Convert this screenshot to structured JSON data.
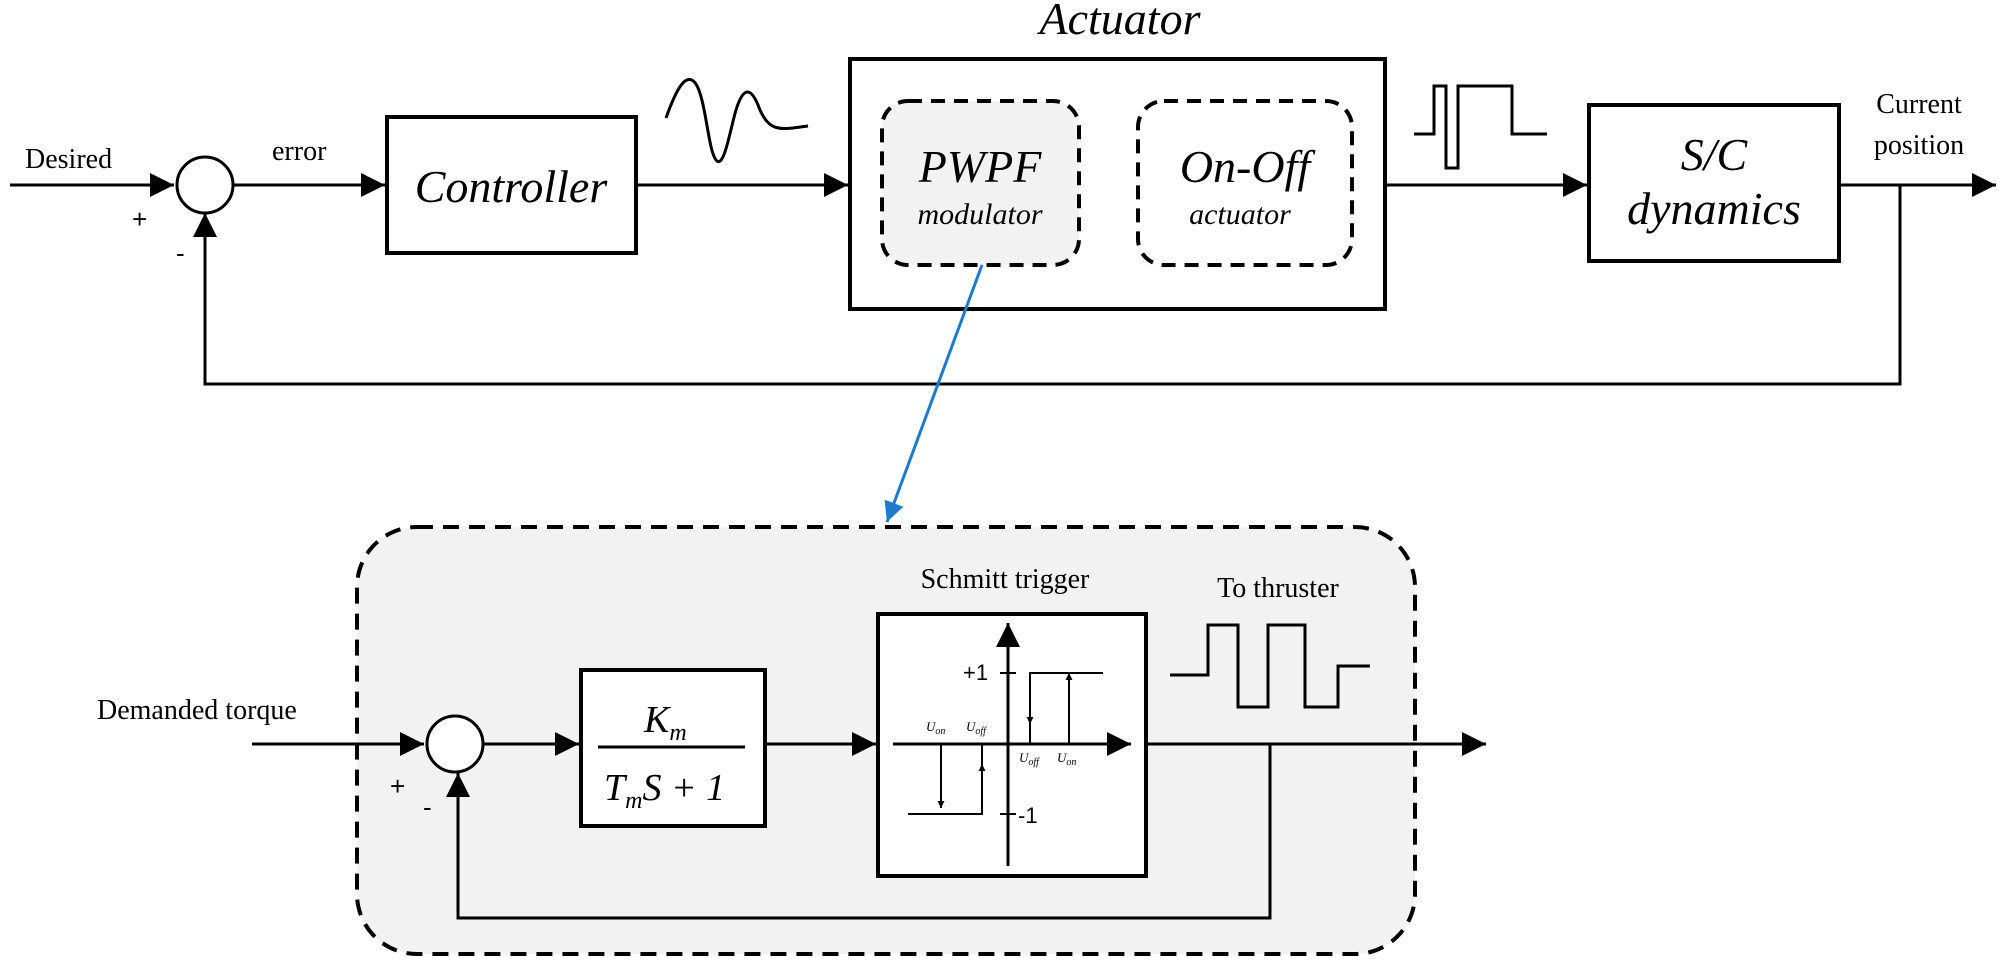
{
  "top_loop": {
    "desired_label": "Desired",
    "error_label": "error",
    "plus_sign": "+",
    "minus_sign": "-",
    "controller_label": "Controller",
    "actuator_title": "Actuator",
    "pwpf_label": "PWPF",
    "pwpf_sub": "modulator",
    "onoff_label": "On-Off",
    "onoff_sub": "actuator",
    "sc_line1": "S/C",
    "sc_line2": "dynamics",
    "output_line1": "Current",
    "output_line2": "position"
  },
  "bottom_loop": {
    "input_label": "Demanded torque",
    "plus_sign": "+",
    "minus_sign": "-",
    "tf_num_main": "K",
    "tf_num_sub": "m",
    "tf_den_main": "T",
    "tf_den_sub": "m",
    "tf_den_rest": "S + 1",
    "schmitt_label": "Schmitt trigger",
    "thruster_label": "To thruster",
    "tick_pos": "+1",
    "tick_neg": "-1",
    "u_on": "U",
    "u_on_sub": "on",
    "u_off": "U",
    "u_off_sub": "off"
  },
  "colors": {
    "line": "#000000",
    "dashed_fill": "#f2f2f2",
    "link_arrow": "#1f7acc"
  }
}
